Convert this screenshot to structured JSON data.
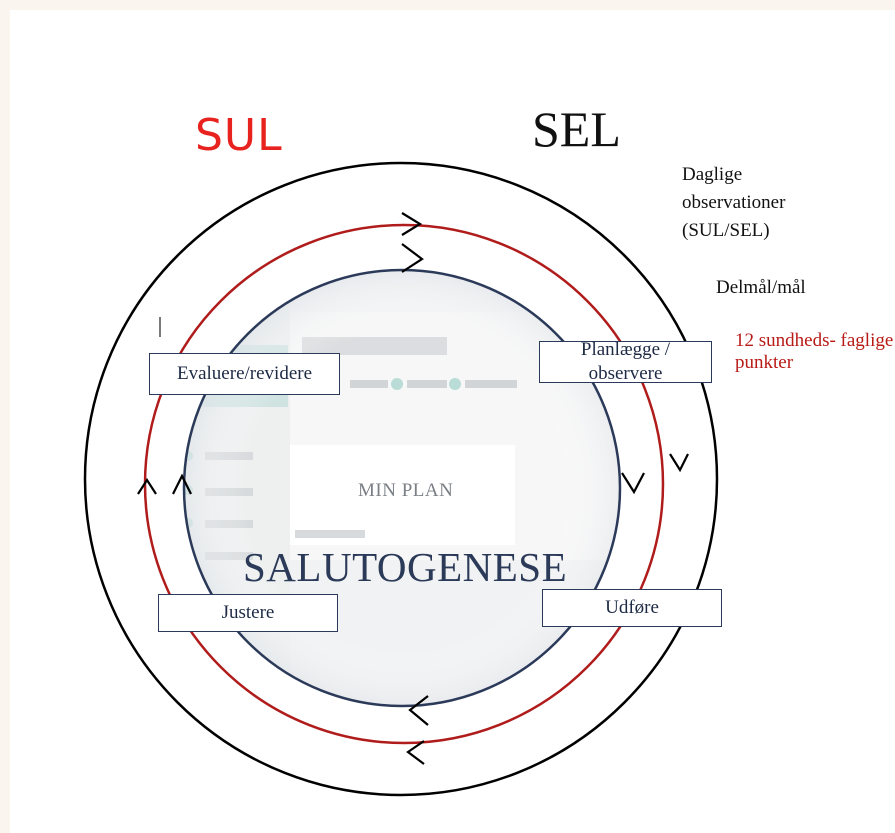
{
  "labels": {
    "sul": "SUL",
    "sel": "SEL",
    "observations": "Daglige observationer (SUL/SEL)",
    "delmal": "Delmål/mål",
    "sundhed": "12 sundheds- faglige punkter"
  },
  "boxes": {
    "evaluere": "Evaluere/revidere",
    "planlaegge": "Planlægge / observere",
    "justere": "Justere",
    "udfoere": "Udføre"
  },
  "center": {
    "min_plan": "MIN PLAN",
    "salutogenese": "SALUTOGENESE"
  },
  "colors": {
    "outer_ring": "#000000",
    "middle_ring": "#b01c1c",
    "inner_ring": "#2c3a5a",
    "sul_text": "#e8231f",
    "sundhed_text": "#b81a16"
  }
}
